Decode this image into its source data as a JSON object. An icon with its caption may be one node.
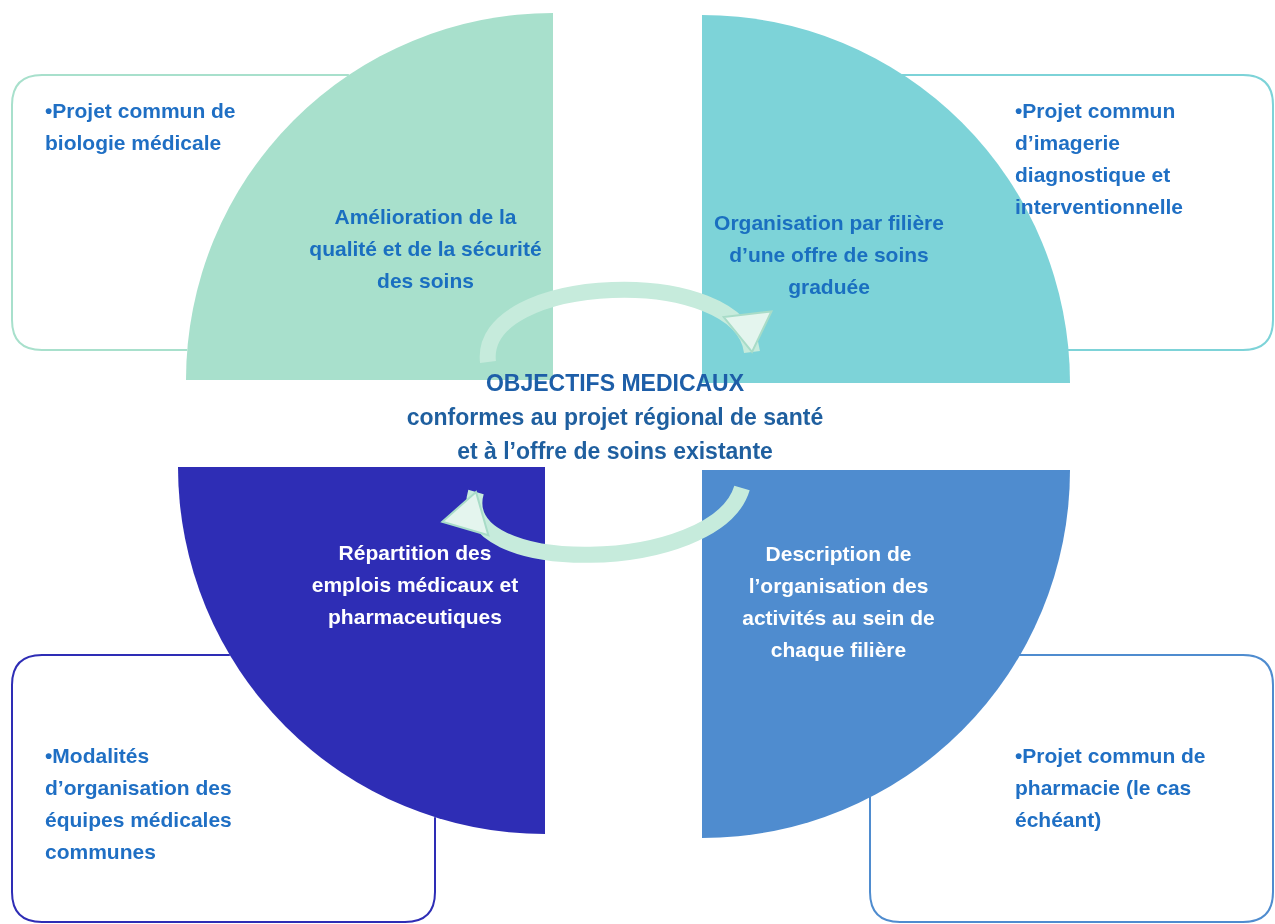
{
  "diagram": {
    "nodes": [
      {
        "text": [
          "•Projet commun de biologie médicale"
        ]
      },
      {
        "text": [
          "Amélioration de la qualité et de la sécurité des soins"
        ]
      },
      {
        "text": [
          "Organisation par filière d’une offre de soins graduée"
        ]
      },
      {
        "text": [
          "•Projet commun d’imagerie diagnostique et interventionnelle"
        ]
      },
      {
        "text": [
          "OBJECTIFS MEDICAUX",
          "conformes au projet régional de santé et à l’offre de soins existante"
        ]
      },
      {
        "text": [
          "Répartition des emplois médicaux et pharmaceutiques"
        ]
      },
      {
        "text": [
          "Description de l’organisation des activités au sein de chaque filière"
        ]
      },
      {
        "text": [
          "•Modalités d’organisation des équipes médicales communes"
        ]
      },
      {
        "text": [
          "•Projet commun de pharmacie (le cas échéant)"
        ]
      }
    ],
    "edges": [
      {
        "from": 1,
        "to": 2,
        "arrow": "to"
      },
      {
        "from": 6,
        "to": 5,
        "arrow": "to"
      }
    ]
  }
}
